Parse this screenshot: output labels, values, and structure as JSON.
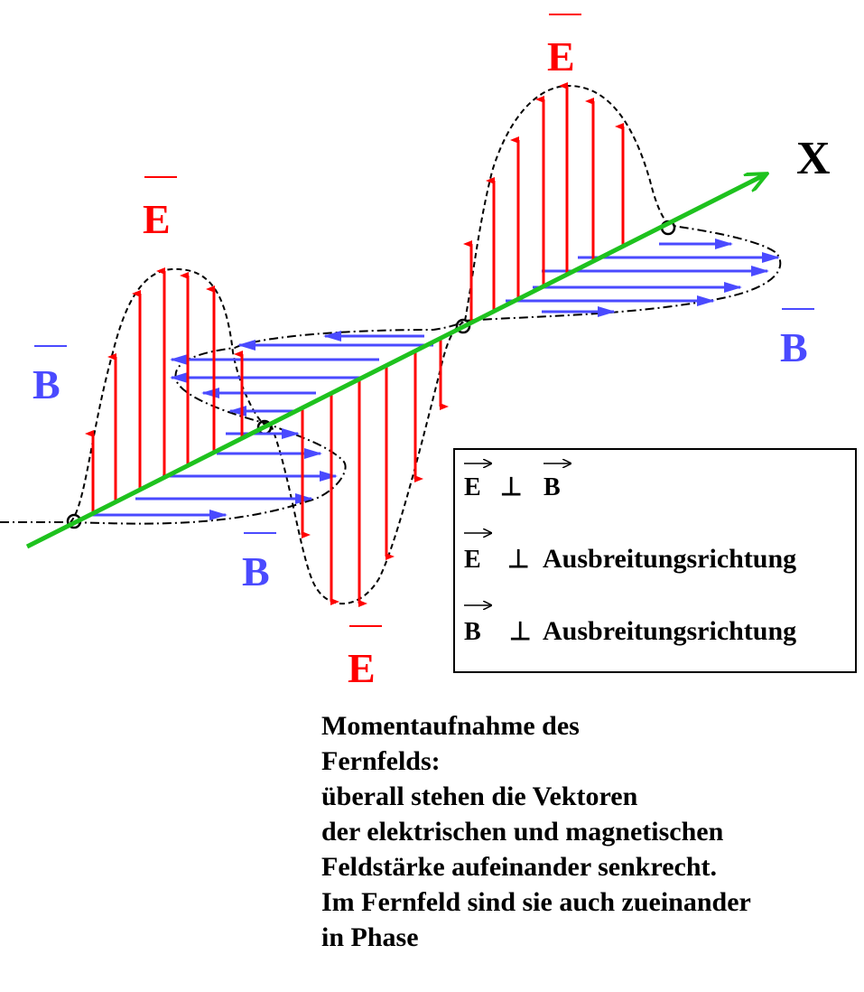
{
  "labels": {
    "e_field": "E",
    "b_field": "B",
    "axis": "X"
  },
  "legend": {
    "row1_left": "E",
    "row1_symbol": "⊥",
    "row1_right": "B",
    "row2_left": "E",
    "row2_symbol": "⊥",
    "row2_right": "Ausbreitungsrichtung",
    "row3_left": "B",
    "row3_symbol": "⊥",
    "row3_right": "Ausbreitungsrichtung"
  },
  "caption": {
    "lines": [
      "Momentaufnahme des",
      "Fernfelds:",
      "überall stehen die Vektoren",
      "der elektrischen und magnetischen",
      "Feldstärke aufeinander senkrecht.",
      "Im Fernfeld sind sie auch zueinander",
      "in Phase"
    ]
  },
  "colors": {
    "e_color": "#ff0000",
    "b_color": "#4a4aff",
    "axis_color": "#1ec21e"
  }
}
